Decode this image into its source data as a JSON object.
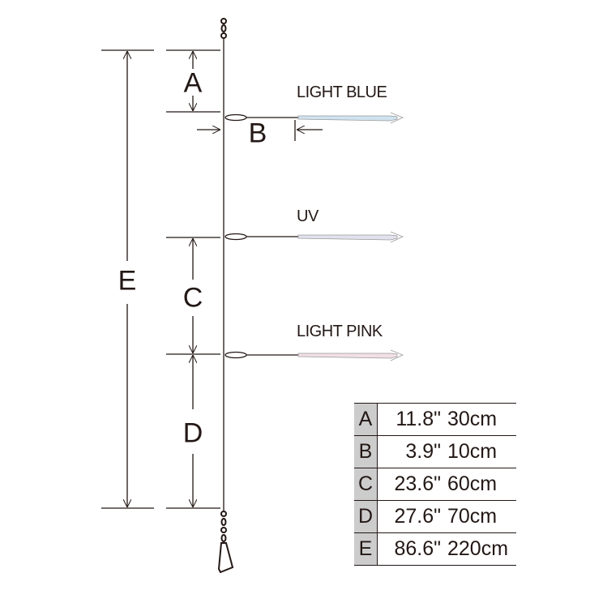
{
  "branches": [
    {
      "label": "LIGHT BLUE",
      "color": "#cfe3f0"
    },
    {
      "label": "UV",
      "color": "#e2e2ee"
    },
    {
      "label": "LIGHT PINK",
      "color": "#f2dfe6"
    }
  ],
  "dimension_letters": {
    "a": "A",
    "b": "B",
    "c": "C",
    "d": "D",
    "e": "E"
  },
  "table": [
    {
      "key": "A",
      "inch": "11.8\"",
      "cm": "30cm"
    },
    {
      "key": "B",
      "inch": "3.9\"",
      "cm": "10cm"
    },
    {
      "key": "C",
      "inch": "23.6\"",
      "cm": "60cm"
    },
    {
      "key": "D",
      "inch": "27.6\"",
      "cm": "70cm"
    },
    {
      "key": "E",
      "inch": "86.6\"",
      "cm": "220cm"
    }
  ]
}
